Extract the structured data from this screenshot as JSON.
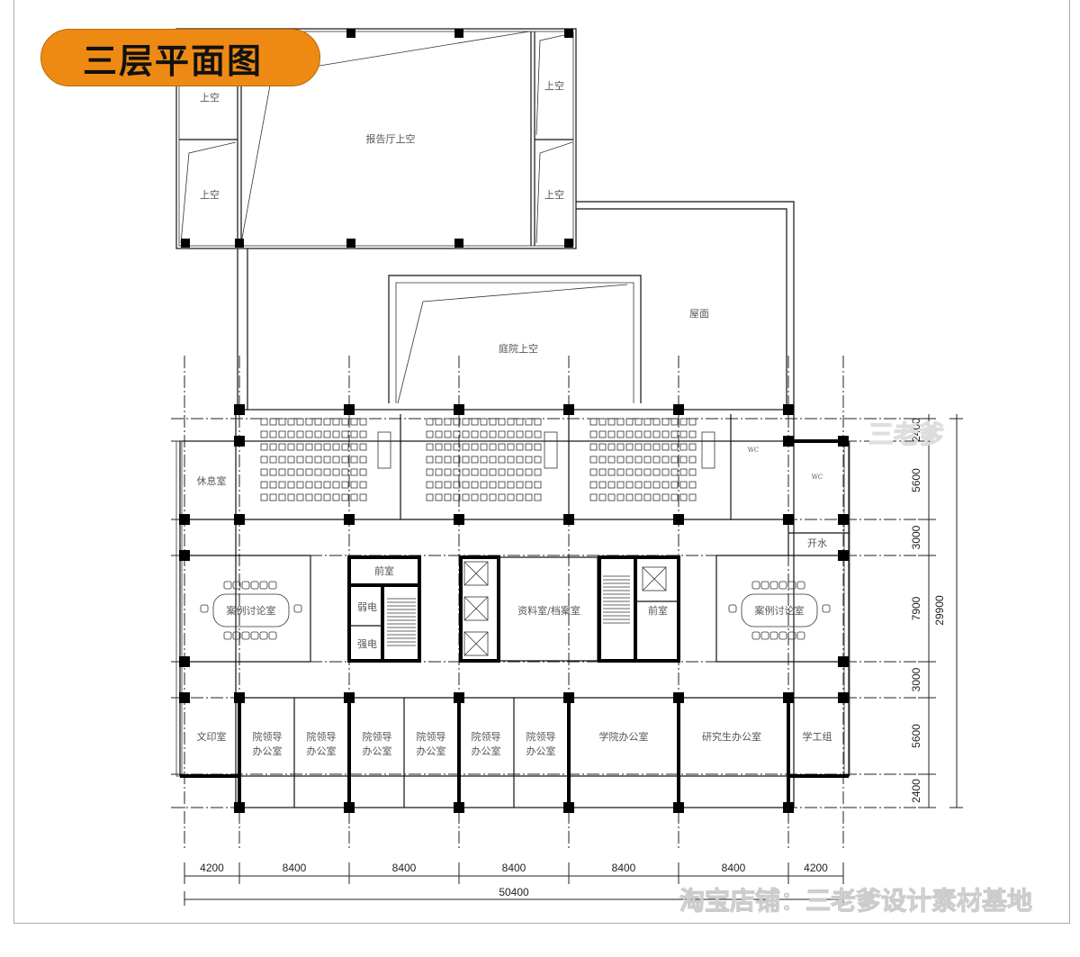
{
  "title": "三层平面图",
  "upper": {
    "hall_void": "报告厅上空",
    "voids": [
      "上空",
      "上空",
      "上空",
      "上空"
    ],
    "roof": "屋面",
    "courtyard_void": "庭院上空"
  },
  "rooms": {
    "lounge": "休息室",
    "wc1": "WC",
    "wc2": "WC",
    "water": "开水",
    "case_room_left": "案例讨论室",
    "case_room_right": "案例讨论室",
    "anteroom_left": "前室",
    "weak_elec": "弱电",
    "strong_elec": "强电",
    "archive": "资料室/档案室",
    "anteroom_right": "前室",
    "print_room": "文印室",
    "leader_offices": [
      "院领导\n办公室",
      "院领导\n办公室",
      "院领导\n办公室",
      "院领导\n办公室",
      "院领导\n办公室",
      "院领导\n办公室"
    ],
    "college_office": "学院办公室",
    "grad_office": "研究生办公室",
    "student_affairs": "学工组"
  },
  "dimensions": {
    "horizontal": [
      "4200",
      "8400",
      "8400",
      "8400",
      "8400",
      "8400",
      "4200"
    ],
    "horizontal_total": "50400",
    "vertical": [
      "2400",
      "5600",
      "3000",
      "7900",
      "3000",
      "5600",
      "2400"
    ],
    "vertical_total": "29900"
  },
  "watermarks": {
    "brand": "三老爹",
    "shop": "淘宝店铺：三老爹设计素材基地"
  }
}
